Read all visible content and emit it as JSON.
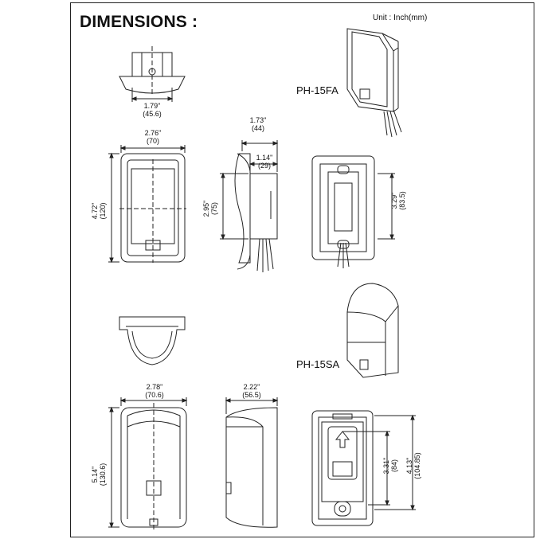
{
  "title": "DIMENSIONS :",
  "unit": "Unit : Inch(mm)",
  "models": {
    "fa": "PH-15FA",
    "sa": "PH-15SA"
  },
  "dimensions": {
    "fa_top_width": {
      "in": "1.79\"",
      "mm": "(45.6)"
    },
    "fa_front_width": {
      "in": "2.76\"",
      "mm": "(70)"
    },
    "fa_front_height": {
      "in": "4.72\"",
      "mm": "(120)"
    },
    "fa_side_depth": {
      "in": "1.73\"",
      "mm": "(44)"
    },
    "fa_side_inner": {
      "in": "1.14\"",
      "mm": "(29)"
    },
    "fa_side_height": {
      "in": "2.95\"",
      "mm": "(75)"
    },
    "fa_back_height": {
      "in": "3.29\"",
      "mm": "(83.5)"
    },
    "sa_front_width": {
      "in": "2.78\"",
      "mm": "(70.6)"
    },
    "sa_front_height": {
      "in": "5.14\"",
      "mm": "(130.6)"
    },
    "sa_side_depth": {
      "in": "2.22\"",
      "mm": "(56.5)"
    },
    "sa_back_inner": {
      "in": "3.31\"",
      "mm": "(84)"
    },
    "sa_back_outer": {
      "in": "4.13\"",
      "mm": "(104.85)"
    }
  }
}
